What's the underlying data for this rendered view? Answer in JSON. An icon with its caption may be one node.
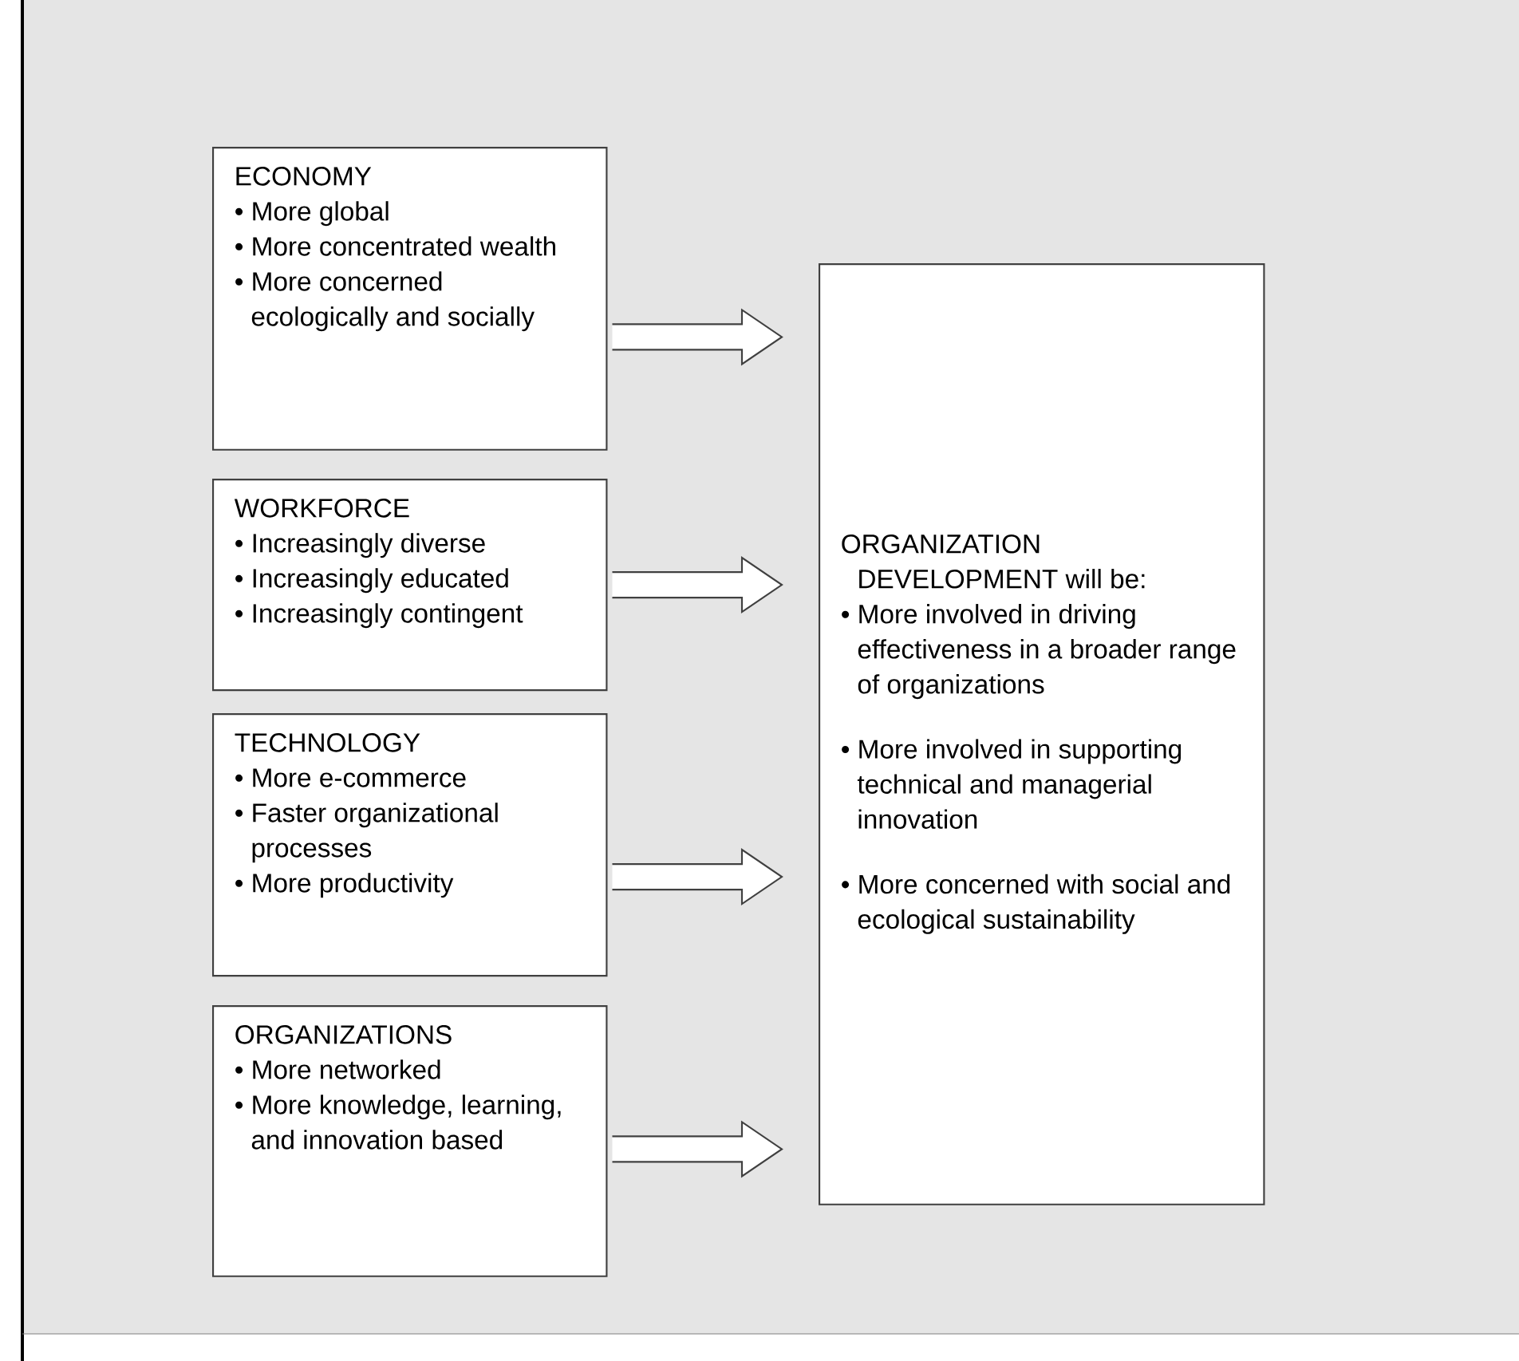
{
  "diagram": {
    "nodes": [
      {
        "text": [
          "ECONOMY",
          "• More global",
          "• More concentrated wealth",
          "• More concerned ecologically and socially"
        ]
      },
      {
        "text": [
          "WORKFORCE",
          "• Increasingly diverse",
          "• Increasingly educated",
          "• Increasingly contingent"
        ]
      },
      {
        "text": [
          "TECHNOLOGY",
          "• More e-commerce",
          "• Faster organizational processes",
          "• More productivity"
        ]
      },
      {
        "text": [
          "ORGANIZATIONS",
          "• More networked",
          "• More knowledge, learning, and innovation based"
        ]
      },
      {
        "text": [
          "ORGANIZATION DEVELOPMENT will be:",
          "• More involved in driving effectiveness in a broader range of organizations",
          "• More involved in supporting technical and managerial innovation",
          "• More concerned with social and ecological sustainability"
        ]
      }
    ],
    "edges": [
      {
        "from": 0,
        "to": 4,
        "arrow": "to"
      },
      {
        "from": 1,
        "to": 4,
        "arrow": "to"
      },
      {
        "from": 2,
        "to": 4,
        "arrow": "to"
      },
      {
        "from": 3,
        "to": 4,
        "arrow": "to"
      }
    ]
  }
}
